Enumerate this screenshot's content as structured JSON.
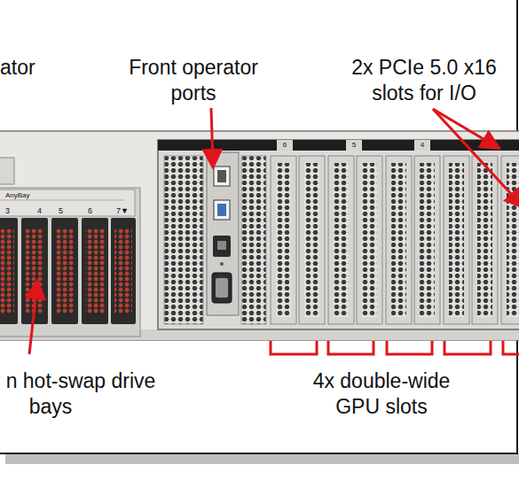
{
  "diagram": {
    "labels": [
      "ator",
      "Front operator ports",
      "2x PCIe 5.0 x16 slots for I/O",
      "AnyBay",
      "3",
      "4",
      "5",
      "6",
      "7▼",
      "6",
      "5",
      "4",
      "n hot-swap drive bays",
      "4x double-wide GPU slots"
    ]
  }
}
